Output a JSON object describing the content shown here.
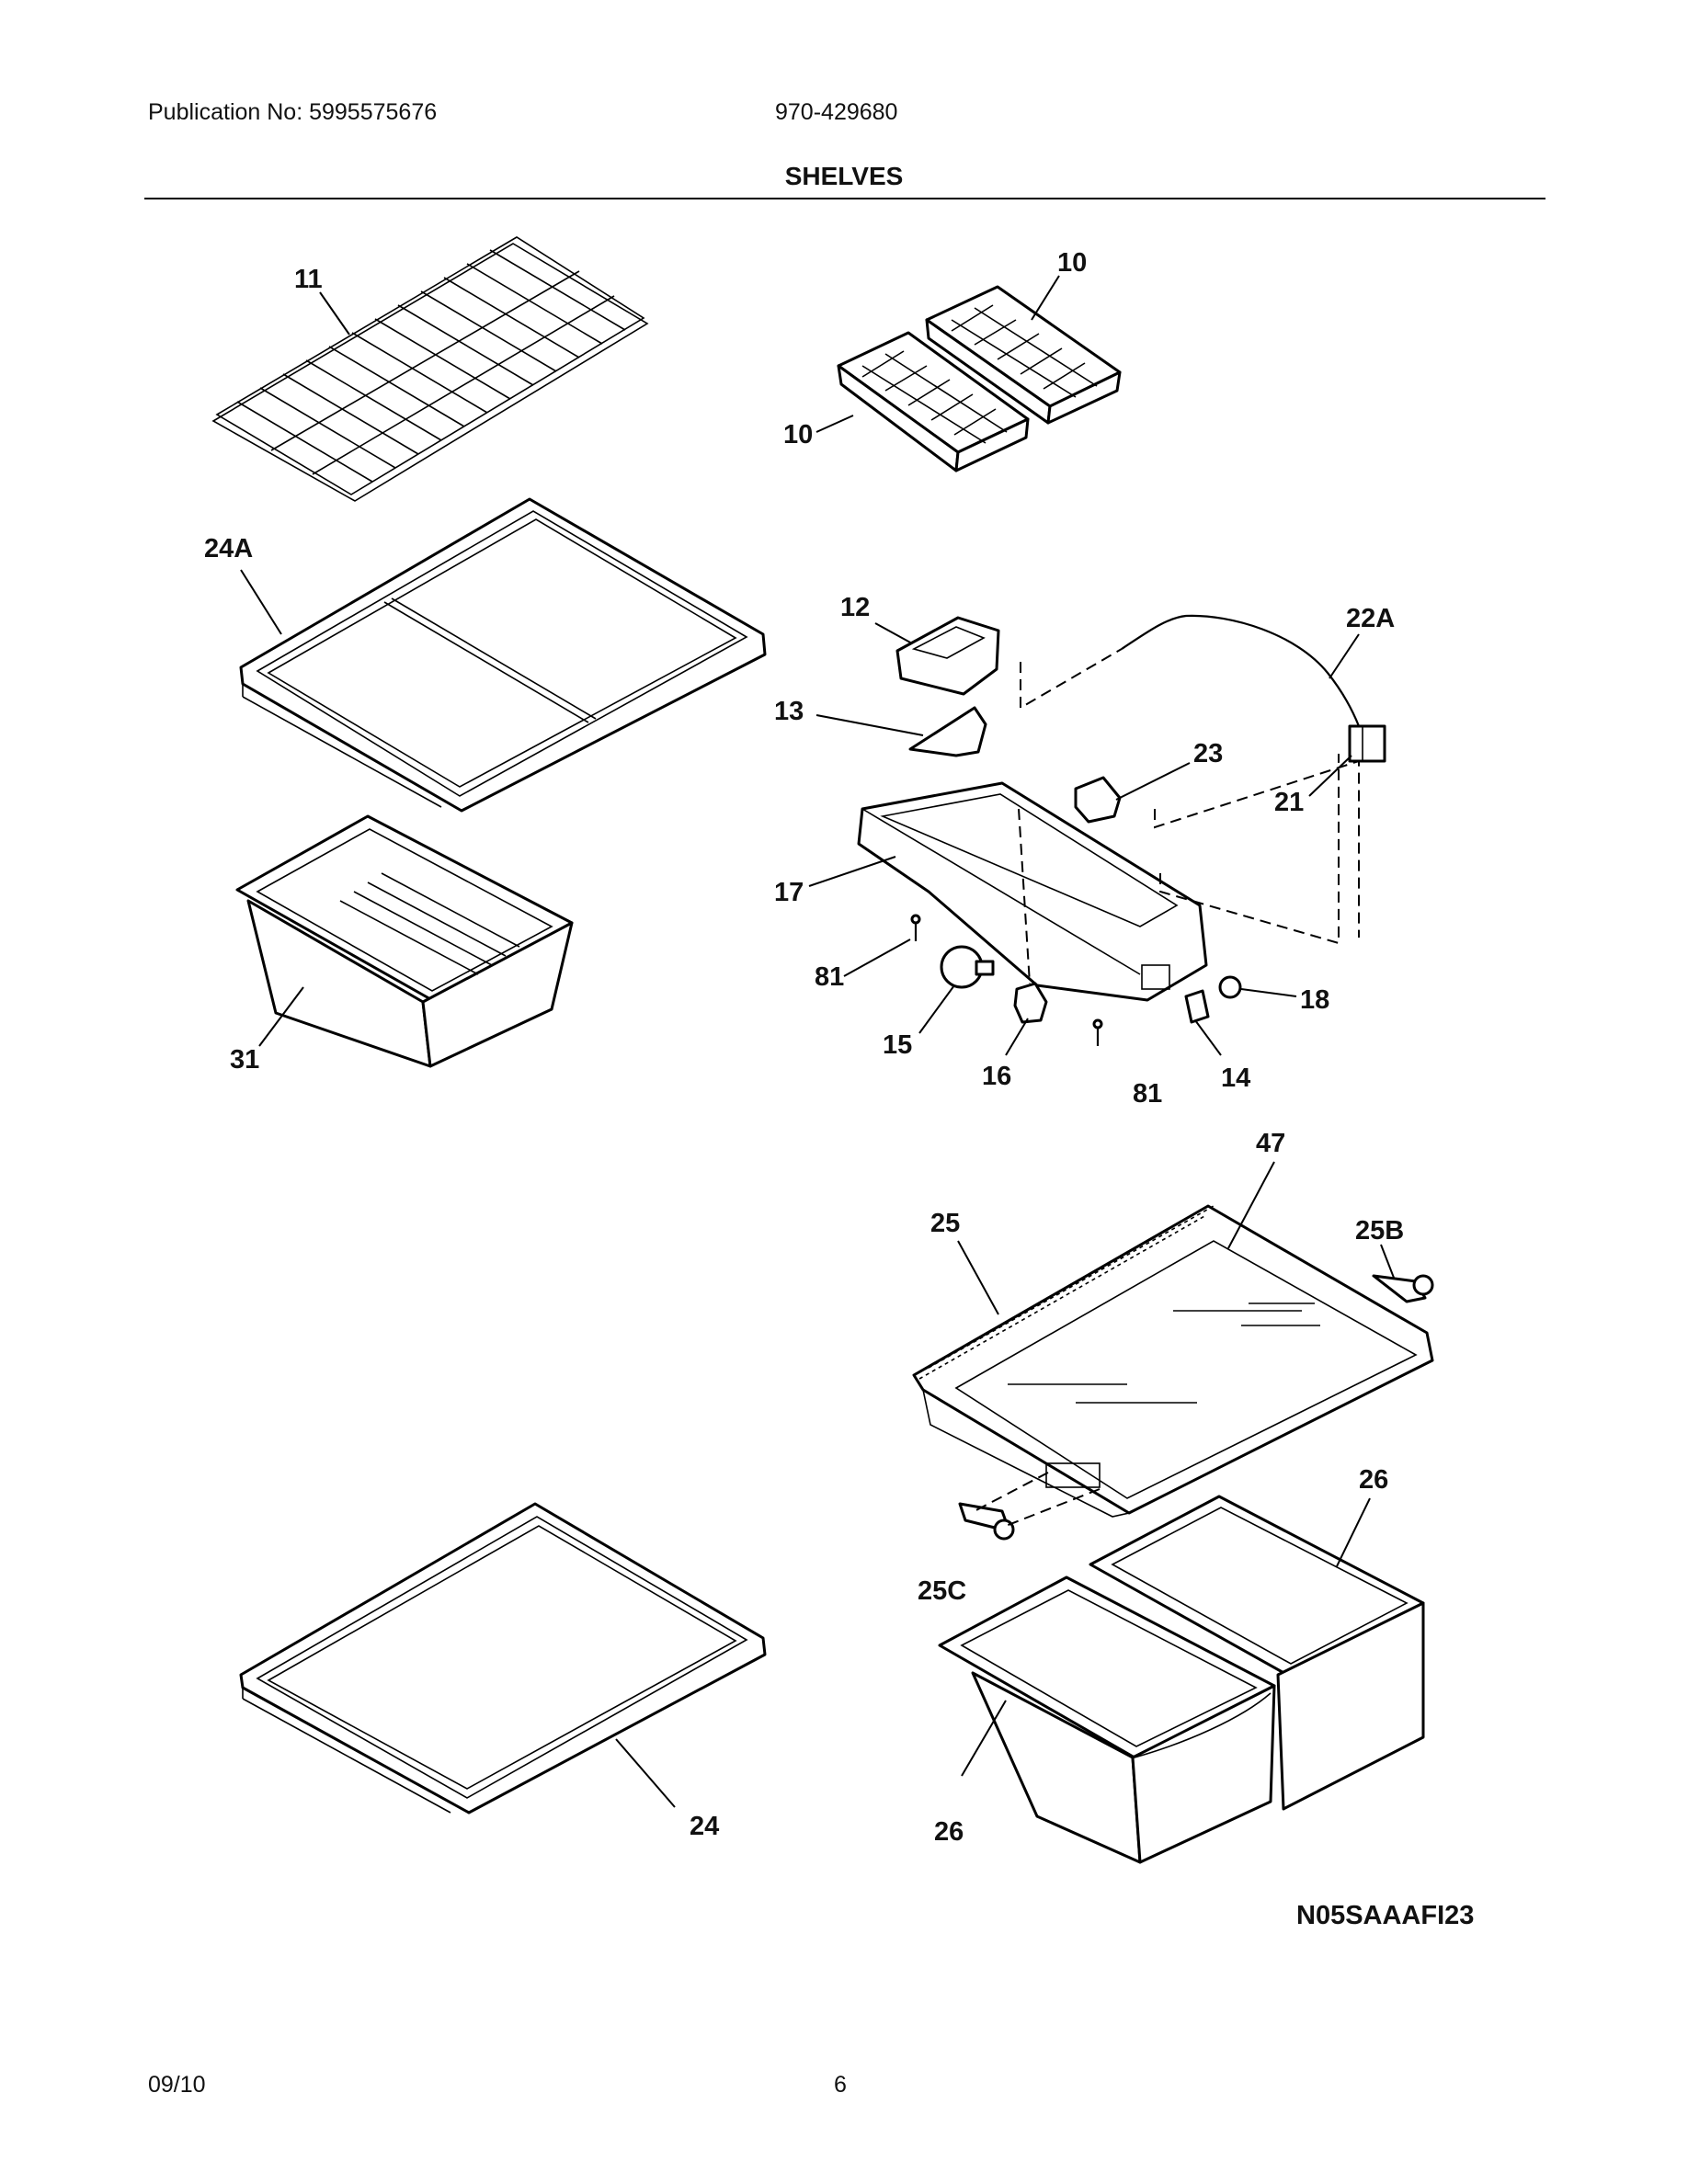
{
  "header": {
    "publication": "Publication No: 5995575676",
    "model": "970-429680",
    "section_title": "SHELVES"
  },
  "callouts": {
    "p11": "11",
    "p10a": "10",
    "p10b": "10",
    "p24A": "24A",
    "p12": "12",
    "p22A": "22A",
    "p13": "13",
    "p23": "23",
    "p21": "21",
    "p17": "17",
    "p81a": "81",
    "p18": "18",
    "p15": "15",
    "p16": "16",
    "p14": "14",
    "p81b": "81",
    "p31": "31",
    "p47": "47",
    "p25": "25",
    "p25B": "25B",
    "p26a": "26",
    "p25C": "25C",
    "p24": "24",
    "p26b": "26"
  },
  "diagram_code": "N05SAAAFI23",
  "footer": {
    "date": "09/10",
    "page_number": "6"
  }
}
